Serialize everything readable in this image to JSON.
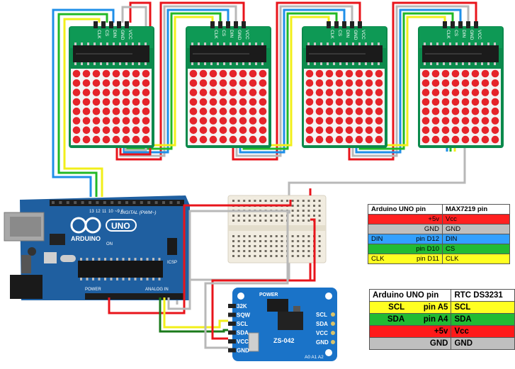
{
  "modules": {
    "pins": [
      "CLK",
      "CS",
      "DIN",
      "GND",
      "VCC"
    ]
  },
  "arduino": {
    "logo": "ARDUINO",
    "model": "UNO",
    "digital_label": "DIGITAL (PWM~)",
    "analog_label": "ANALOG IN",
    "power_label": "POWER",
    "header_pins": [
      "13",
      "12",
      "11",
      "10",
      "~9",
      "8"
    ],
    "icsp": "ICSP",
    "onoff": "ON"
  },
  "rtc": {
    "power_label": "POWER",
    "model": "ZS-042",
    "left_pins": [
      "32K",
      "SQW",
      "SCL",
      "SDA",
      "VCC",
      "GND"
    ],
    "right_pins": [
      "SCL",
      "SDA",
      "VCC",
      "GND"
    ],
    "addr_pins": "A0 A1 A2"
  },
  "colors": {
    "red": "#e8141b",
    "blue": "#1f8fe8",
    "green": "#22b826",
    "yellow": "#f2ef1a",
    "gray": "#b8b8b8",
    "darkgreen": "#1a7a1a",
    "pcb_green": "#0b8a4c",
    "arduino_blue": "#1f5fa0",
    "rtc_blue": "#1a73c8"
  },
  "max_table": {
    "header": [
      "Arduino UNO  pin",
      "MAX7219 pin"
    ],
    "rows": [
      {
        "left_a": "",
        "left_b": "+5v",
        "right": "Vcc",
        "color": "#ff2020"
      },
      {
        "left_a": "",
        "left_b": "GND",
        "right": "GND",
        "color": "#bfbfbf"
      },
      {
        "left_a": "DIN",
        "left_b": "pin D12",
        "right": "DIN",
        "color": "#33a0ff"
      },
      {
        "left_a": "",
        "left_b": "pin D10",
        "right": "CS",
        "color": "#22bb33"
      },
      {
        "left_a": "CLK",
        "left_b": "pin D11",
        "right": "CLK",
        "color": "#ffff22"
      }
    ]
  },
  "rtc_table": {
    "header": [
      "Arduino UNO  pin",
      "RTC DS3231"
    ],
    "rows": [
      {
        "left_a": "SCL",
        "left_b": "pin A5",
        "right": "SCL",
        "color": "#ffff22"
      },
      {
        "left_a": "SDA",
        "left_b": "pin  A4",
        "right": "SDA",
        "color": "#22bb33"
      },
      {
        "left_a": "",
        "left_b": "+5v",
        "right": "Vcc",
        "color": "#ff1a1a"
      },
      {
        "left_a": "",
        "left_b": "GND",
        "right": "GND",
        "color": "#bfbfbf"
      }
    ]
  }
}
